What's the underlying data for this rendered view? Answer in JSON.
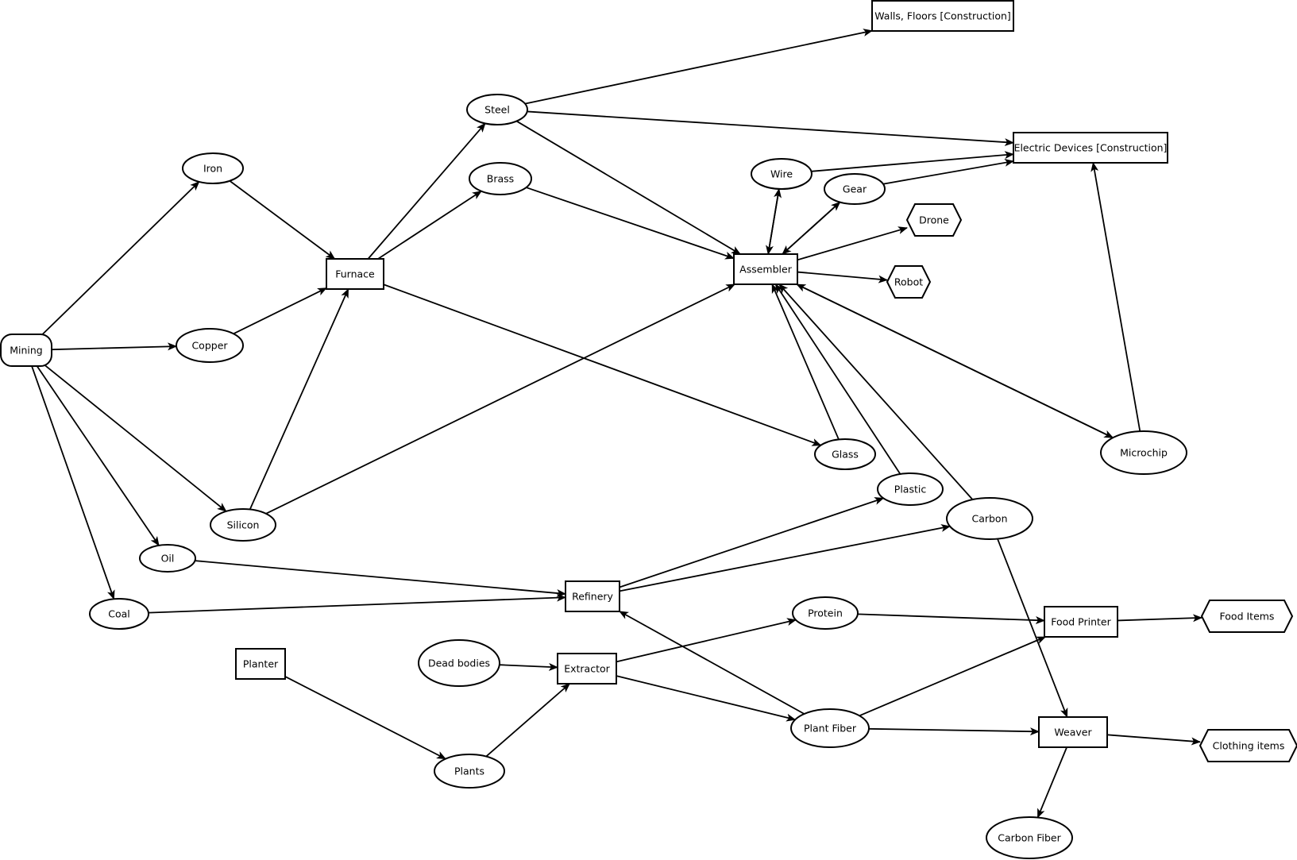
{
  "nodes": [
    {
      "id": "mining",
      "label": "Mining",
      "shape": "rounded"
    },
    {
      "id": "iron",
      "label": "Iron",
      "shape": "ellipse"
    },
    {
      "id": "copper",
      "label": "Copper",
      "shape": "ellipse"
    },
    {
      "id": "silicon",
      "label": "Silicon",
      "shape": "ellipse"
    },
    {
      "id": "oil",
      "label": "Oil",
      "shape": "ellipse"
    },
    {
      "id": "coal",
      "label": "Coal",
      "shape": "ellipse"
    },
    {
      "id": "furnace",
      "label": "Furnace",
      "shape": "box"
    },
    {
      "id": "steel",
      "label": "Steel",
      "shape": "ellipse"
    },
    {
      "id": "brass",
      "label": "Brass",
      "shape": "ellipse"
    },
    {
      "id": "walls",
      "label": "Walls, Floors [Construction]",
      "shape": "box"
    },
    {
      "id": "electric",
      "label": "Electric Devices [Construction]",
      "shape": "box"
    },
    {
      "id": "wire",
      "label": "Wire",
      "shape": "ellipse"
    },
    {
      "id": "gear",
      "label": "Gear",
      "shape": "ellipse"
    },
    {
      "id": "drone",
      "label": "Drone",
      "shape": "hexagon"
    },
    {
      "id": "robot",
      "label": "Robot",
      "shape": "hexagon"
    },
    {
      "id": "assembler",
      "label": "Assembler",
      "shape": "box"
    },
    {
      "id": "glass",
      "label": "Glass",
      "shape": "ellipse"
    },
    {
      "id": "microchip",
      "label": "Microchip",
      "shape": "ellipse"
    },
    {
      "id": "plastic",
      "label": "Plastic",
      "shape": "ellipse"
    },
    {
      "id": "carbon",
      "label": "Carbon",
      "shape": "ellipse"
    },
    {
      "id": "refinery",
      "label": "Refinery",
      "shape": "box"
    },
    {
      "id": "protein",
      "label": "Protein",
      "shape": "ellipse"
    },
    {
      "id": "foodprinter",
      "label": "Food Printer",
      "shape": "box"
    },
    {
      "id": "fooditems",
      "label": "Food Items",
      "shape": "hexagon"
    },
    {
      "id": "planter",
      "label": "Planter",
      "shape": "box"
    },
    {
      "id": "deadbodies",
      "label": "Dead bodies",
      "shape": "ellipse"
    },
    {
      "id": "extractor",
      "label": "Extractor",
      "shape": "box"
    },
    {
      "id": "plantfiber",
      "label": "Plant Fiber",
      "shape": "ellipse"
    },
    {
      "id": "weaver",
      "label": "Weaver",
      "shape": "box"
    },
    {
      "id": "clothing",
      "label": "Clothing items",
      "shape": "hexagon"
    },
    {
      "id": "plants",
      "label": "Plants",
      "shape": "ellipse"
    },
    {
      "id": "carbonfiber",
      "label": "Carbon Fiber",
      "shape": "ellipse"
    }
  ],
  "edges": [
    {
      "from": "mining",
      "to": "iron"
    },
    {
      "from": "mining",
      "to": "copper"
    },
    {
      "from": "mining",
      "to": "silicon"
    },
    {
      "from": "mining",
      "to": "oil"
    },
    {
      "from": "mining",
      "to": "coal"
    },
    {
      "from": "iron",
      "to": "furnace"
    },
    {
      "from": "copper",
      "to": "furnace"
    },
    {
      "from": "silicon",
      "to": "furnace"
    },
    {
      "from": "silicon",
      "to": "assembler"
    },
    {
      "from": "furnace",
      "to": "steel"
    },
    {
      "from": "furnace",
      "to": "brass"
    },
    {
      "from": "furnace",
      "to": "glass"
    },
    {
      "from": "steel",
      "to": "walls"
    },
    {
      "from": "steel",
      "to": "electric"
    },
    {
      "from": "steel",
      "to": "assembler"
    },
    {
      "from": "brass",
      "to": "assembler"
    },
    {
      "from": "wire",
      "to": "electric"
    },
    {
      "from": "gear",
      "to": "electric"
    },
    {
      "from": "assembler",
      "to": "wire"
    },
    {
      "from": "wire",
      "to": "assembler"
    },
    {
      "from": "assembler",
      "to": "gear"
    },
    {
      "from": "gear",
      "to": "assembler"
    },
    {
      "from": "assembler",
      "to": "drone"
    },
    {
      "from": "assembler",
      "to": "robot"
    },
    {
      "from": "assembler",
      "to": "microchip"
    },
    {
      "from": "microchip",
      "to": "assembler"
    },
    {
      "from": "microchip",
      "to": "electric"
    },
    {
      "from": "glass",
      "to": "assembler"
    },
    {
      "from": "plastic",
      "to": "assembler"
    },
    {
      "from": "carbon",
      "to": "assembler"
    },
    {
      "from": "oil",
      "to": "refinery"
    },
    {
      "from": "coal",
      "to": "refinery"
    },
    {
      "from": "refinery",
      "to": "plastic"
    },
    {
      "from": "refinery",
      "to": "carbon"
    },
    {
      "from": "carbon",
      "to": "weaver"
    },
    {
      "from": "planter",
      "to": "plants"
    },
    {
      "from": "plants",
      "to": "extractor"
    },
    {
      "from": "deadbodies",
      "to": "extractor"
    },
    {
      "from": "extractor",
      "to": "protein"
    },
    {
      "from": "extractor",
      "to": "plantfiber"
    },
    {
      "from": "plantfiber",
      "to": "refinery"
    },
    {
      "from": "plantfiber",
      "to": "foodprinter"
    },
    {
      "from": "plantfiber",
      "to": "weaver"
    },
    {
      "from": "protein",
      "to": "foodprinter"
    },
    {
      "from": "foodprinter",
      "to": "fooditems"
    },
    {
      "from": "weaver",
      "to": "clothing"
    },
    {
      "from": "weaver",
      "to": "carbonfiber"
    }
  ]
}
